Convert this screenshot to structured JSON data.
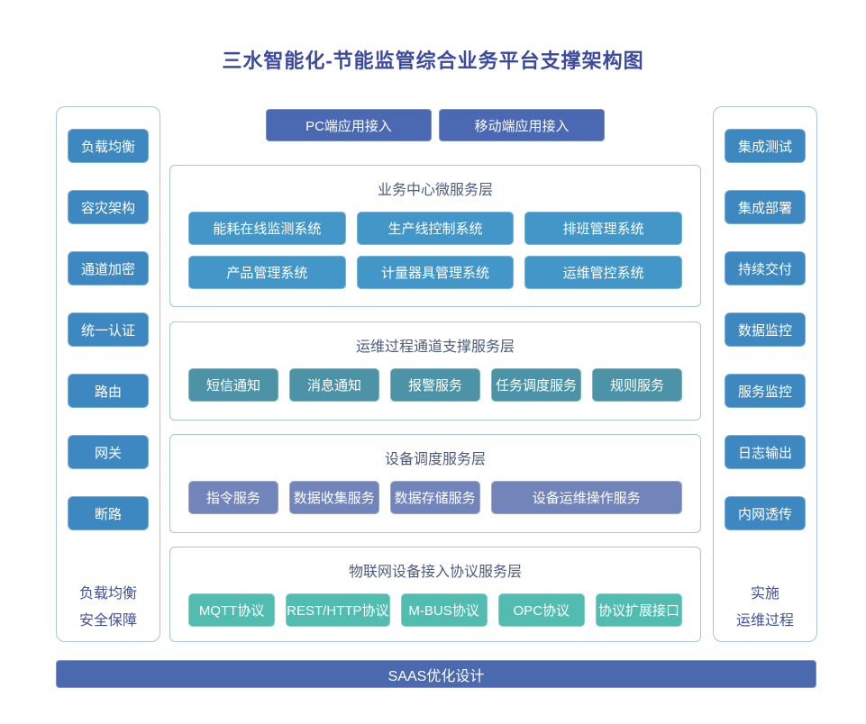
{
  "title": "三水智能化-节能监管综合业务平台支撑架构图",
  "colors": {
    "title_text": "#3b4a9e",
    "rail_box": "#3d88c1",
    "indigo_accent": "#4a69b1",
    "layer1_box": "#4397c8",
    "layer2_box": "#4d93a8",
    "layer3_box": "#7285bb",
    "layer4_box": "#52bcb1",
    "panel_border": "#a9c3e2",
    "section_title_text": "#4d5c7c",
    "caption_text": "#44519b"
  },
  "left_panel": {
    "items": [
      "负载均衡",
      "容灾架构",
      "通道加密",
      "统一认证",
      "路由",
      "网关",
      "断路"
    ],
    "caption_line1": "负载均衡",
    "caption_line2": "安全保障"
  },
  "right_panel": {
    "items": [
      "集成测试",
      "集成部署",
      "持续交付",
      "数据监控",
      "服务监控",
      "日志输出",
      "内网透传"
    ],
    "caption_line1": "实施",
    "caption_line2": "运维过程"
  },
  "top_buttons": {
    "pc": "PC端应用接入",
    "mobile": "移动端应用接入"
  },
  "sections": [
    {
      "title": "业务中心微服务层",
      "rows": [
        [
          "能耗在线监测系统",
          "生产线控制系统",
          "排班管理系统"
        ],
        [
          "产品管理系统",
          "计量器具管理系统",
          "运维管控系统"
        ]
      ]
    },
    {
      "title": "运维过程通道支撑服务层",
      "rows": [
        [
          "短信通知",
          "消息通知",
          "报警服务",
          "任务调度服务",
          "规则服务"
        ]
      ]
    },
    {
      "title": "设备调度服务层",
      "rows": [
        [
          "指令服务",
          "数据收集服务",
          "数据存储服务",
          "设备运维操作服务"
        ]
      ]
    },
    {
      "title": "物联网设备接入协议服务层",
      "rows": [
        [
          "MQTT协议",
          "REST/HTTP协议",
          "M-BUS协议",
          "OPC协议",
          "协议扩展接口"
        ]
      ]
    }
  ],
  "footer": {
    "label": "SAAS优化设计"
  }
}
